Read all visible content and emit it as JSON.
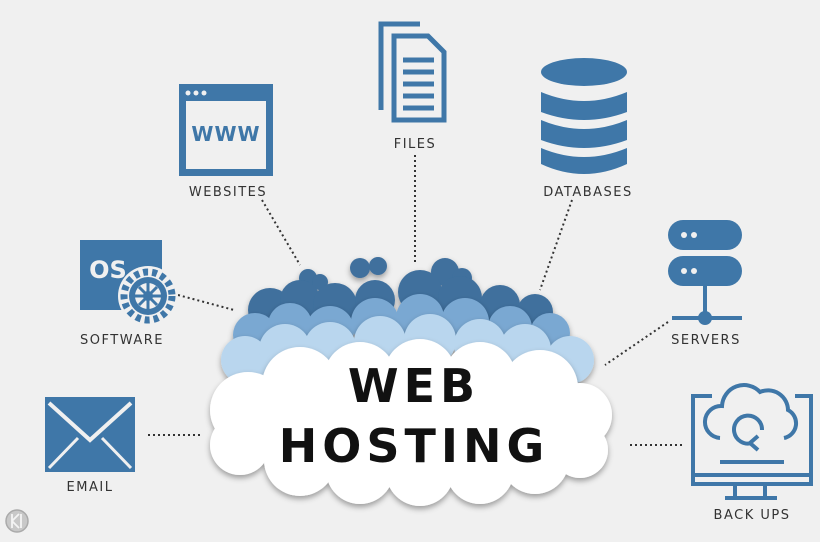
{
  "title_line1": "WEB",
  "title_line2": "HOSTING",
  "nodes": {
    "websites": {
      "label": "WEBSITES",
      "icon": "browser-www-icon",
      "www": "WWW"
    },
    "files": {
      "label": "FILES",
      "icon": "document-icon"
    },
    "databases": {
      "label": "DATABASES",
      "icon": "database-icon"
    },
    "software": {
      "label": "SOFTWARE",
      "icon": "os-gear-icon",
      "os": "OS"
    },
    "servers": {
      "label": "SERVERS",
      "icon": "server-stack-icon"
    },
    "email": {
      "label": "EMAIL",
      "icon": "envelope-icon"
    },
    "backups": {
      "label": "BACK UPS",
      "icon": "monitor-cloud-sync-icon"
    }
  },
  "colors": {
    "accent": "#3f77a8",
    "background": "#f0f0f0",
    "cloud_dark": "#3f6f9d",
    "cloud_mid": "#7aa8d2",
    "cloud_light": "#b9d6ee"
  }
}
